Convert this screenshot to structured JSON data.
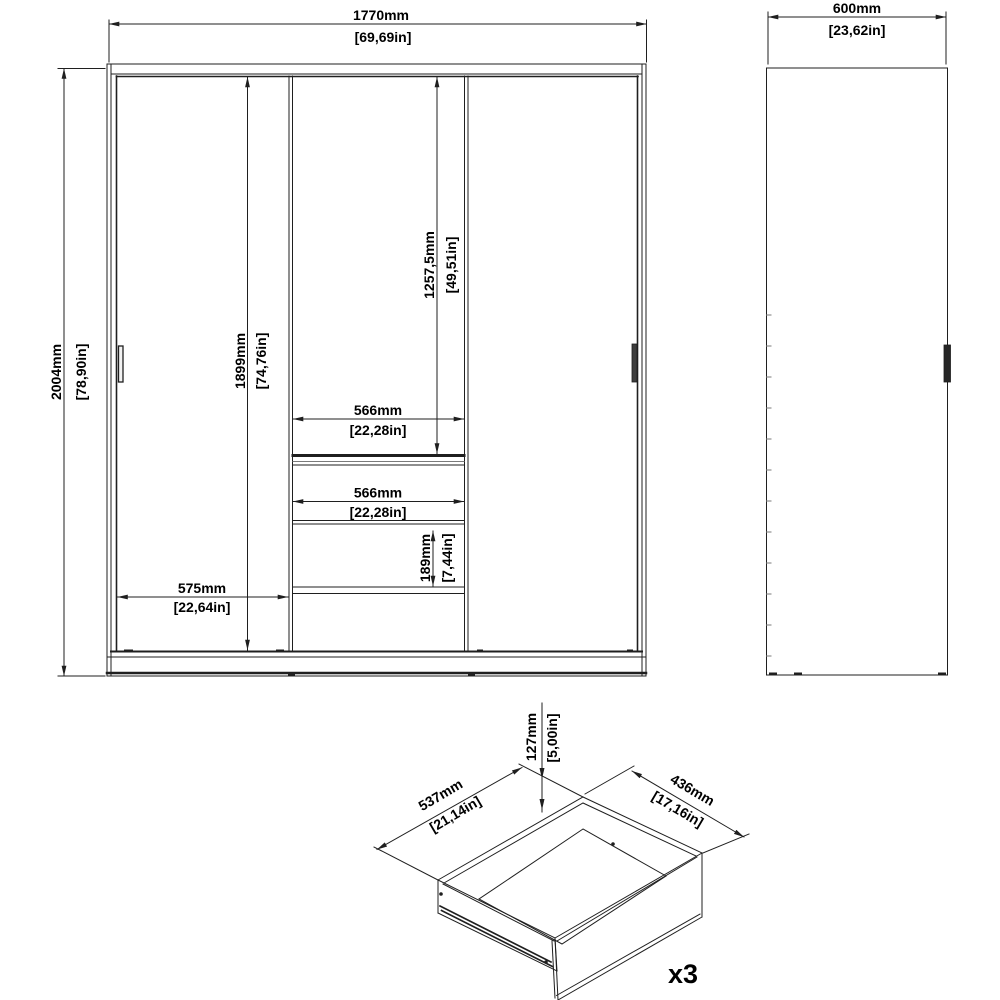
{
  "front_view": {
    "width": {
      "mm": "1770mm",
      "in": "[69,69in]"
    },
    "height": {
      "mm": "2004mm",
      "in": "[78,90in]"
    },
    "door_height": {
      "mm": "1899mm",
      "in": "[74,76in]"
    },
    "top_section_height": {
      "mm": "1257,5mm",
      "in": "[49,51in]"
    },
    "shelf_width": {
      "mm": "566mm",
      "in": "[22,28in]"
    },
    "drawer_width": {
      "mm": "566mm",
      "in": "[22,28in]"
    },
    "drawer_front_height": {
      "mm": "189mm",
      "in": "[7,44in]"
    },
    "left_section_width": {
      "mm": "575mm",
      "in": "[22,64in]"
    }
  },
  "side_view": {
    "depth": {
      "mm": "600mm",
      "in": "[23,62in]"
    }
  },
  "drawer_detail": {
    "height": {
      "mm": "127mm",
      "in": "[5,00in]"
    },
    "depth": {
      "mm": "537mm",
      "in": "[21,14in]"
    },
    "width": {
      "mm": "436mm",
      "in": "[17,16in]"
    },
    "quantity_label": "x3"
  },
  "colors": {
    "line": "#1f1f1f",
    "background": "#ffffff"
  }
}
